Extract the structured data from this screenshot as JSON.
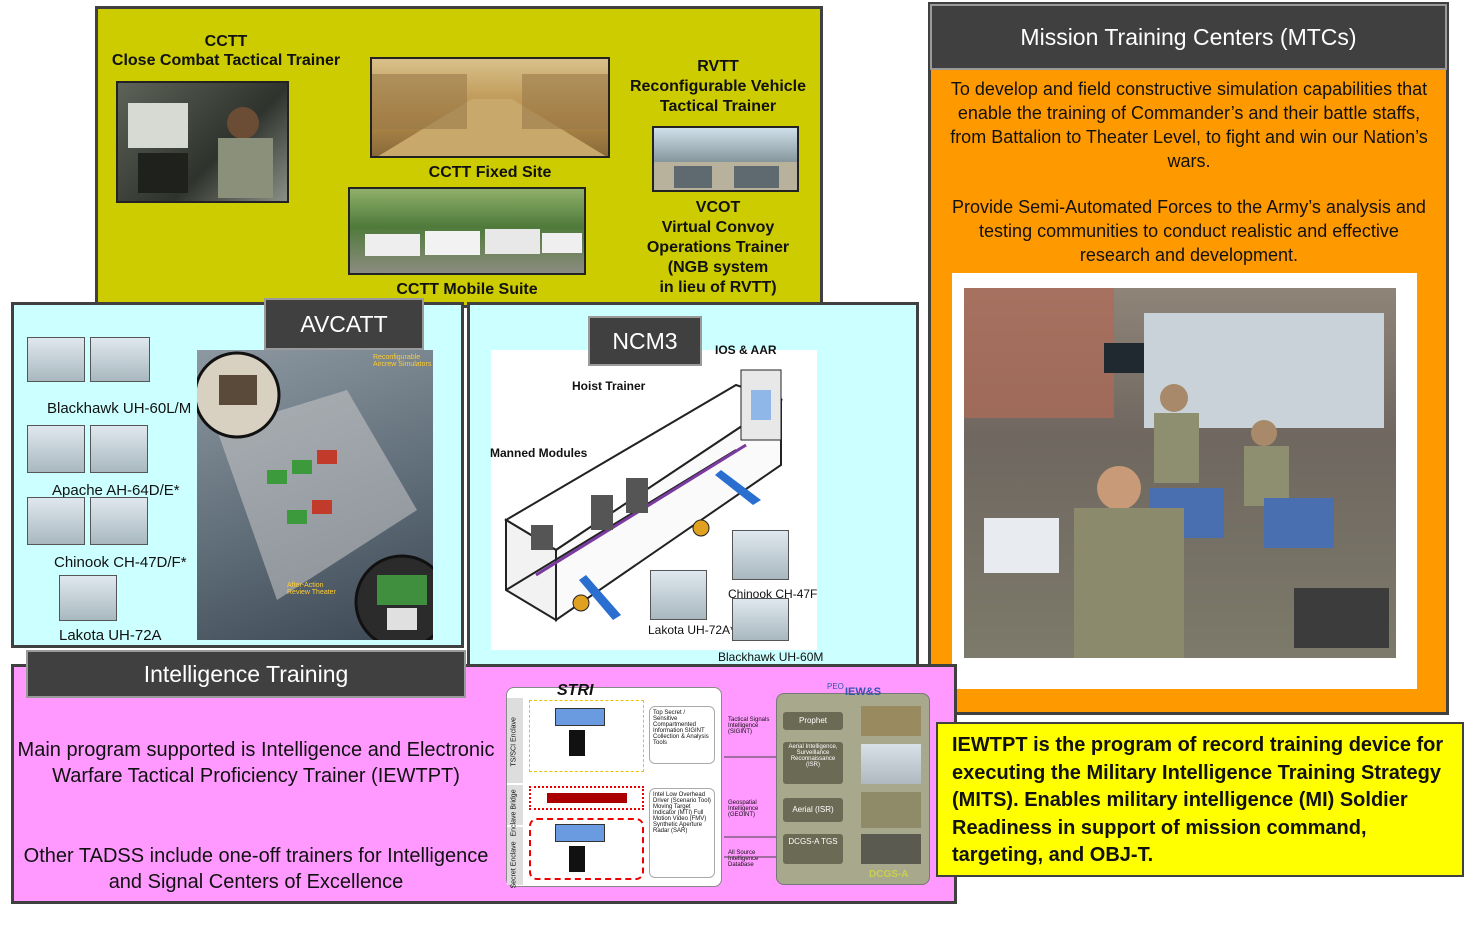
{
  "cctt": {
    "title": "CCTT",
    "subtitle": "Close Combat Tactical Trainer",
    "fixed_site": "CCTT Fixed Site",
    "mobile_suite": "CCTT Mobile Suite",
    "rvtt_title": "RVTT",
    "rvtt_sub1": "Reconfigurable Vehicle",
    "rvtt_sub2": "Tactical Trainer",
    "vcot_l1": "VCOT",
    "vcot_l2": "Virtual Convoy",
    "vcot_l3": "Operations Trainer",
    "vcot_l4": "(NGB system",
    "vcot_l5": "in lieu of RVTT)"
  },
  "avcatt": {
    "label": "AVCATT",
    "helis": [
      "Blackhawk UH-60L/M",
      "Apache AH-64D/E*",
      "Chinook CH-47D/F*",
      "Lakota UH-72A"
    ],
    "diagram_note1": "Reconfigurable Aircrew Simulators",
    "diagram_note2": "After-Action Review Theater"
  },
  "ncm3": {
    "label": "NCM3",
    "ios": "IOS & AAR",
    "hoist": "Hoist Trainer",
    "manned": "Manned Modules",
    "chinook": "Chinook CH-47F",
    "lakota": "Lakota UH-72A**",
    "blackhawk": "Blackhawk UH-60M"
  },
  "mtc": {
    "title": "Mission Training Centers (MTCs)",
    "p1": "To develop and field constructive simulation capabilities that enable the training of Commander’s and their battle staffs, from Battalion to Theater Level, to fight and win our Nation’s wars.",
    "p2": "Provide Semi-Automated Forces to the Army’s analysis and testing communities to conduct realistic and effective research and development."
  },
  "intel": {
    "label": "Intelligence Training",
    "p1": "Main program supported is Intelligence and Electronic Warfare Tactical Proficiency Trainer (IEWTPT)",
    "p2": "Other TADSS include one-off trainers for Intelligence and Signal Centers of Excellence",
    "stri_logo": "STRI",
    "iews_logo": "IEW&S",
    "peo": "PEO",
    "enclaves": [
      "TS/SCI Enclave",
      "Enclave Bridge",
      "Secret Enclave"
    ],
    "ts_list": "Top Secret / Sensitive Compartmented Information SIGINT Collection & Analysis Tools",
    "secret_list": "Intel Low Overhead Driver (Scenario Tool) Moving Target Indicator (MTI) Full Motion Video (FMV) Synthetic Aperture Radar (SAR)",
    "links": [
      "Tactical Signals Intelligence (SIGINT)",
      "Geospatial Intelligence (GEOINT)",
      "All Source Intelligence Database"
    ],
    "systems": [
      "Prophet",
      "Aerial Intelligence, Surveillance Reconnaissance (ISR)",
      "Aerial (ISR)",
      "DCGS-A TGS"
    ],
    "dcgs_logo": "DCGS-A"
  },
  "iewtpt_note": "IEWTPT is the program of record training device for executing the Military Intelligence Training Strategy (MITS).  Enables military intelligence (MI) Soldier Readiness in support of mission command, targeting, and OBJ-T.",
  "colors": {
    "cctt_bg": "#cccc00",
    "cyan_bg": "#ccffff",
    "intel_bg": "#ff99ff",
    "mtc_bg": "#ff9900",
    "note_bg": "#ffff00",
    "label_bg": "#404040"
  }
}
